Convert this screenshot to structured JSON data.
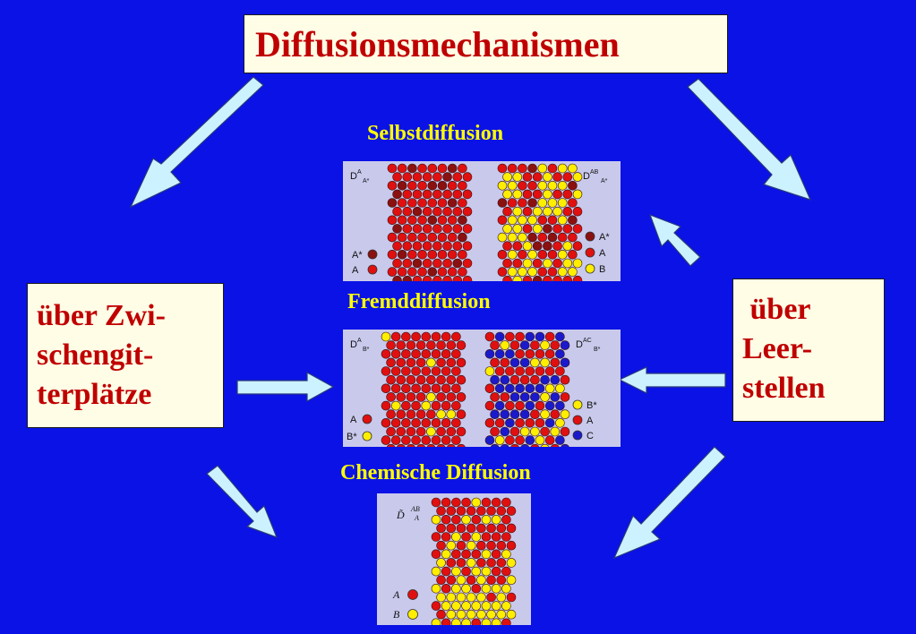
{
  "title": "Diffusionsmechanismen",
  "left_box": {
    "text": "über Zwi-\nschengit-\nterplätze"
  },
  "right_box": {
    "text": " über\nLeer-\nstellen"
  },
  "sections": [
    {
      "heading": "Selbstdiffusion",
      "left_coef": {
        "main": "D",
        "sup": "A",
        "sub": "A*"
      },
      "right_coef": {
        "main": "D",
        "sup": "AB",
        "sub": "A*"
      },
      "left_legend": [
        "A*",
        "A"
      ],
      "right_legend": [
        "A*",
        "A",
        "B"
      ]
    },
    {
      "heading": "Fremddiffusion",
      "left_coef": {
        "main": "D",
        "sup": "A",
        "sub": "B*"
      },
      "right_coef": {
        "main": "D",
        "sup": "AC",
        "sub": "B*"
      },
      "left_legend": [
        "A",
        "B*"
      ],
      "right_legend": [
        "B*",
        "A",
        "C"
      ]
    },
    {
      "heading": "Chemische Diffusion",
      "coef": {
        "main": "D̃",
        "sup": "AB",
        "sub": "A"
      },
      "legend": [
        "A",
        "B"
      ]
    }
  ],
  "colors": {
    "background": "#0a12e6",
    "box_fill": "#fffde6",
    "box_text": "#c00000",
    "heading": "#ffff00",
    "arrow": "#ccf2ff",
    "panel": "#c9c9ec",
    "atom_red": "#e01010",
    "atom_darkred": "#8b1010",
    "atom_yellow": "#ffee00",
    "atom_blue": "#1a1acc"
  }
}
